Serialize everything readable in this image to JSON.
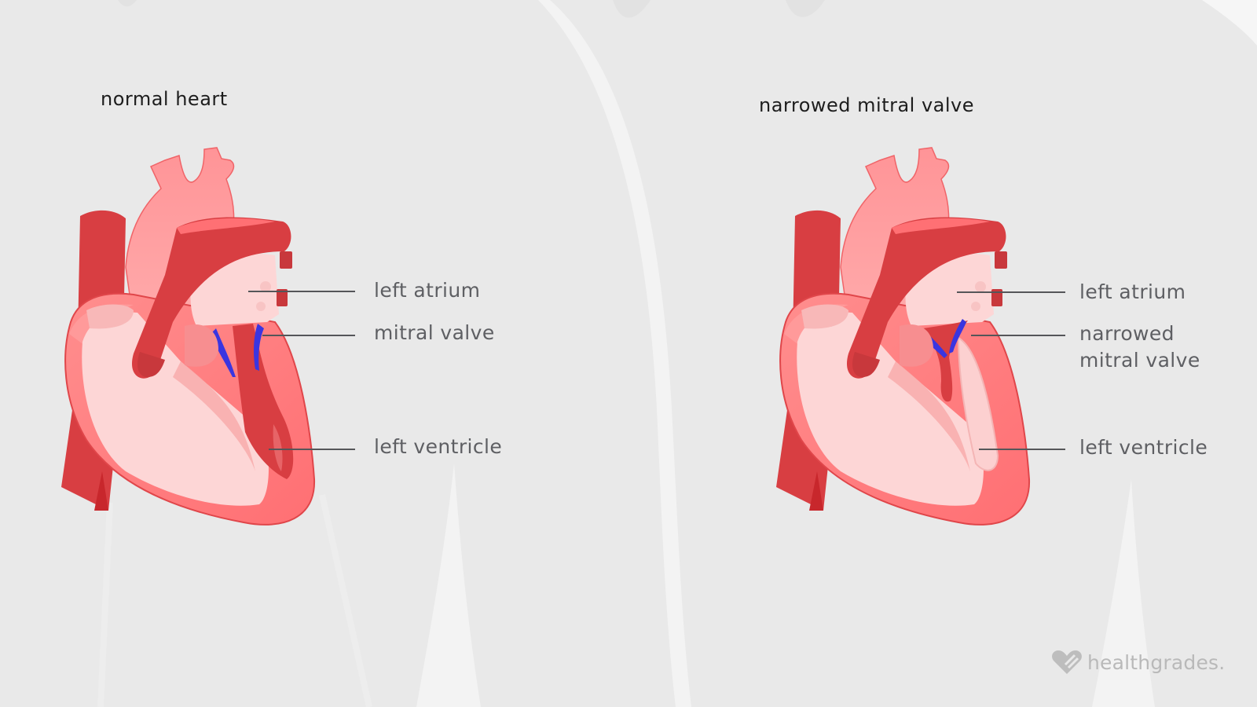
{
  "panels": [
    {
      "title": "normal heart",
      "labels": {
        "left_atrium": "left atrium",
        "valve_line1": "mitral valve",
        "valve_line2": "",
        "left_ventricle": "left ventricle"
      }
    },
    {
      "title": "narrowed mitral valve",
      "labels": {
        "left_atrium": "left atrium",
        "valve_line1": "narrowed",
        "valve_line2": "mitral valve",
        "left_ventricle": "left ventricle"
      }
    }
  ],
  "brand": {
    "logo_text": "healthgrades.",
    "logo_icon": "heart-check-icon"
  },
  "colors": {
    "background": "#e9e9e9",
    "silhouette": "#f3f3f3",
    "heart_light": "#fdd6d6",
    "heart_mid": "#ff7a7a",
    "heart_dark": "#d83e42",
    "aorta": "#ff9a9c",
    "valve": "#3a35e0",
    "label_text": "#5e5f63",
    "title_text": "#1d1d1d"
  }
}
